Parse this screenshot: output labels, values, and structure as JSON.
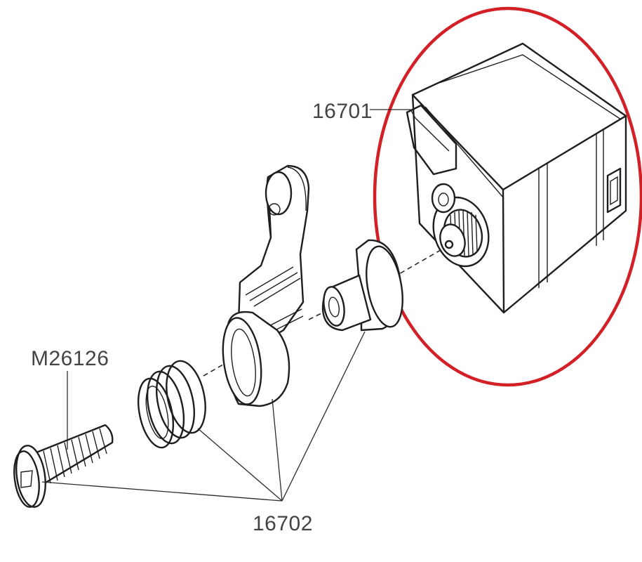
{
  "parts": {
    "servo_label": "16701",
    "screw_label": "M26126",
    "horn_set_label": "16702"
  },
  "highlight": {
    "color": "#d32027"
  }
}
